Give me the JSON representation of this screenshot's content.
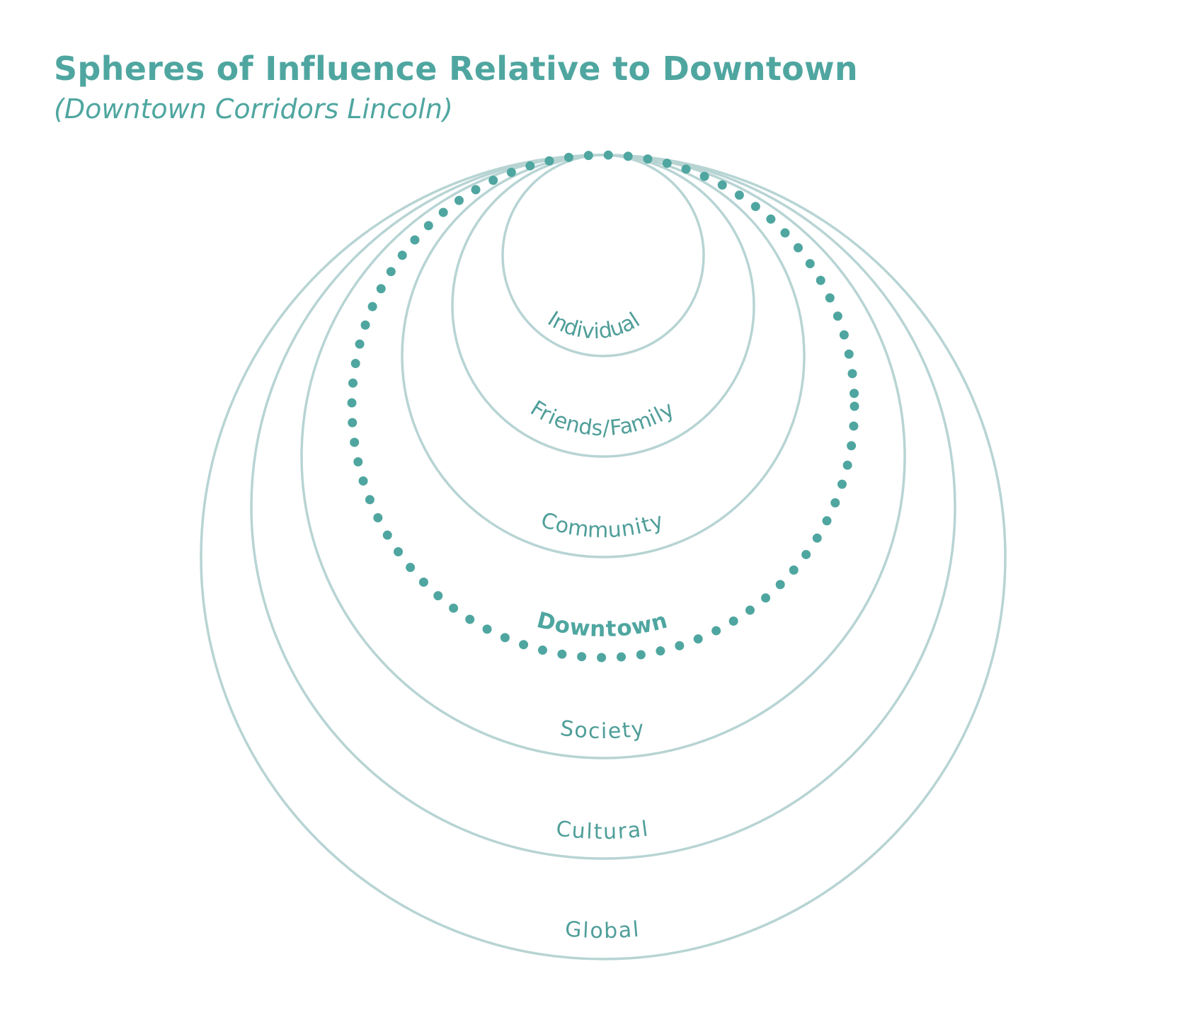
{
  "title": "Spheres of Influence Relative to Downtown",
  "subtitle": "(Downtown Corridors Lincoln)",
  "colors": {
    "accent": "#4FA6A0",
    "ring": "#B7D4D3",
    "background": "#FFFFFF"
  },
  "spheres": [
    {
      "label": "Individual",
      "style": "solid"
    },
    {
      "label": "Friends/Family",
      "style": "solid"
    },
    {
      "label": "Community",
      "style": "solid"
    },
    {
      "label": "Downtown",
      "style": "dotted"
    },
    {
      "label": "Society",
      "style": "solid"
    },
    {
      "label": "Cultural",
      "style": "solid"
    },
    {
      "label": "Global",
      "style": "solid"
    }
  ]
}
